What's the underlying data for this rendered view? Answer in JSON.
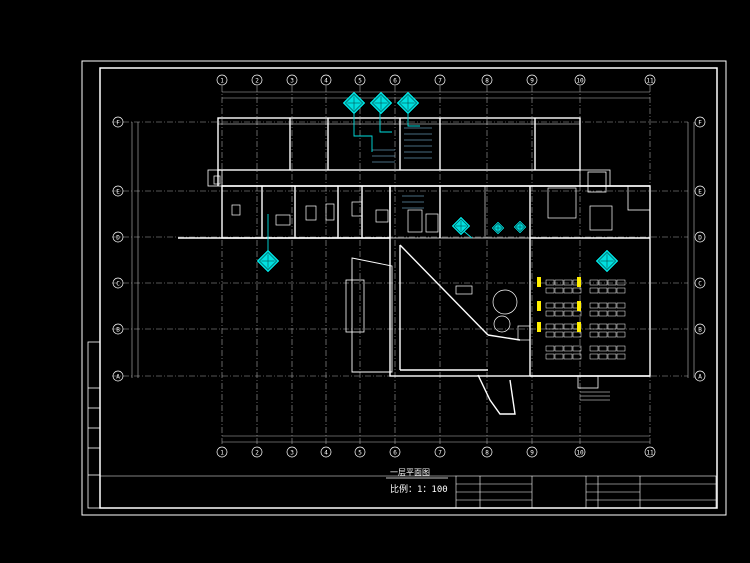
{
  "drawing": {
    "title": "一层平面图",
    "scale": "比例：1：100",
    "colors": {
      "background": "#000000",
      "line": "#ffffff",
      "grid": "#b8b8b8",
      "wall": "#ffffff",
      "accent": "#00e0e0",
      "column": "#ffee00",
      "stair": "#00b0e0"
    },
    "column_axes": [
      "1",
      "2",
      "3",
      "4",
      "5",
      "6",
      "7",
      "8",
      "9",
      "10",
      "11"
    ],
    "row_axes": [
      "F",
      "E",
      "D",
      "C",
      "B",
      "A"
    ],
    "icons": [
      "network-node-icon",
      "network-node-icon",
      "network-node-icon",
      "network-node-icon",
      "network-node-icon",
      "network-node-icon",
      "network-node-icon"
    ]
  }
}
